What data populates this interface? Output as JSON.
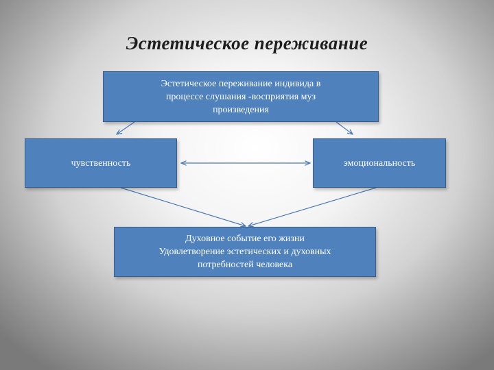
{
  "slide": {
    "title": "Эстетическое переживание",
    "top_box": "Эстетическое переживание индивида в\nпроцессе слушания -восприятия муз\nпроизведения",
    "left_box": "чувственность",
    "right_box": "эмоциональность",
    "bottom_box": "Духовное событие его жизни\nУдовлетворение эстетических и духовных\nпотребностей человека"
  },
  "colors": {
    "box_fill": "#4f81bd",
    "box_border": "#385d8a",
    "connector": "#4a7ab8"
  }
}
